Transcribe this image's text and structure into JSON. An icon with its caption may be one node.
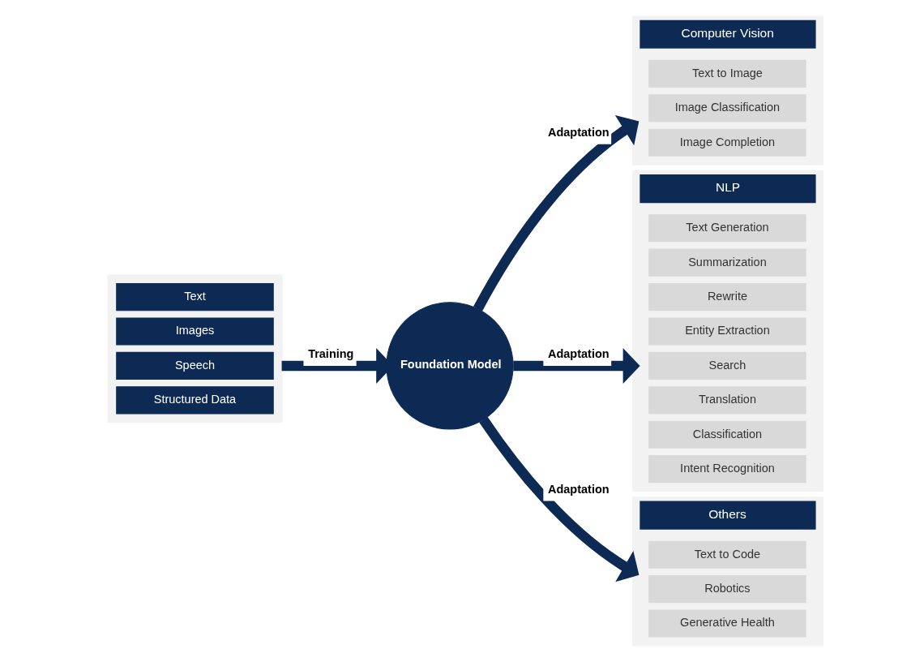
{
  "diagram": {
    "nodes": [
      {
        "text": [],
        "shape": "box"
      },
      {
        "text": [
          "Text"
        ],
        "in": 0
      },
      {
        "text": [
          "Images"
        ],
        "in": 0
      },
      {
        "text": [
          "Speech"
        ],
        "in": 0
      },
      {
        "text": [
          "Structured Data"
        ],
        "in": 0
      },
      {
        "text": [
          "Foundation Model"
        ]
      },
      {
        "text": [
          "Computer Vision"
        ]
      },
      {
        "text": [
          "Text to Image"
        ],
        "in": 6
      },
      {
        "text": [
          "Image Classification"
        ],
        "in": 6
      },
      {
        "text": [
          "Image Completion"
        ],
        "in": 6
      },
      {
        "text": [
          "NLP"
        ]
      },
      {
        "text": [
          "Text Generation"
        ],
        "in": 10
      },
      {
        "text": [
          "Summarization"
        ],
        "in": 10
      },
      {
        "text": [
          "Rewrite"
        ],
        "in": 10
      },
      {
        "text": [
          "Entity Extraction"
        ],
        "in": 10
      },
      {
        "text": [
          "Search"
        ],
        "in": 10
      },
      {
        "text": [
          "Translation"
        ],
        "in": 10
      },
      {
        "text": [
          "Classification"
        ],
        "in": 10
      },
      {
        "text": [
          "Intent Recognition"
        ],
        "in": 10
      },
      {
        "text": [
          "Others"
        ]
      },
      {
        "text": [
          "Text to Code"
        ],
        "in": 19
      },
      {
        "text": [
          "Robotics"
        ],
        "in": 19
      },
      {
        "text": [
          "Generative Health"
        ],
        "in": 19
      }
    ],
    "edges": [
      {
        "from": 0,
        "to": 5,
        "arrow": "to",
        "label": "Training"
      },
      {
        "from": 5,
        "to": 6,
        "arrow": "to",
        "label": "Adaptation"
      },
      {
        "from": 5,
        "to": 10,
        "arrow": "to",
        "label": "Adaptation"
      },
      {
        "from": 5,
        "to": 19,
        "arrow": "to",
        "label": "Adaptation"
      }
    ]
  }
}
